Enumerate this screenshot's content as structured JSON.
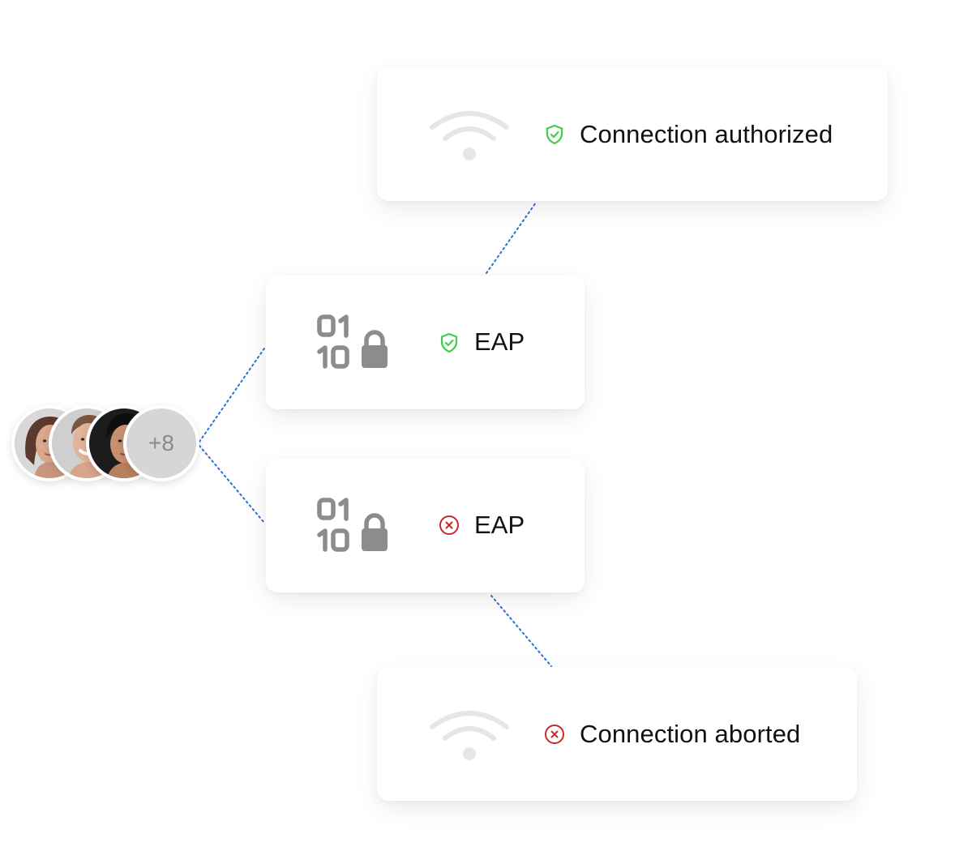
{
  "cards": {
    "top": {
      "label": "Connection authorized",
      "status": "success",
      "icon": "wifi-icon"
    },
    "eap_success": {
      "label": "EAP",
      "status": "success",
      "icon": "binary-lock-icon"
    },
    "eap_failure": {
      "label": "EAP",
      "status": "failure",
      "icon": "binary-lock-icon"
    },
    "bottom": {
      "label": "Connection aborted",
      "status": "failure",
      "icon": "wifi-icon"
    }
  },
  "users": {
    "avatars": [
      "avatar-woman",
      "avatar-man-smiling",
      "avatar-man-dark-hair"
    ],
    "more_label": "+8"
  },
  "colors": {
    "success": "#3ecf4a",
    "failure": "#c62b2b",
    "icon_gray": "#8c8c8c",
    "wifi_gray": "#e6e6e6",
    "connector": "#2c6fd6"
  }
}
